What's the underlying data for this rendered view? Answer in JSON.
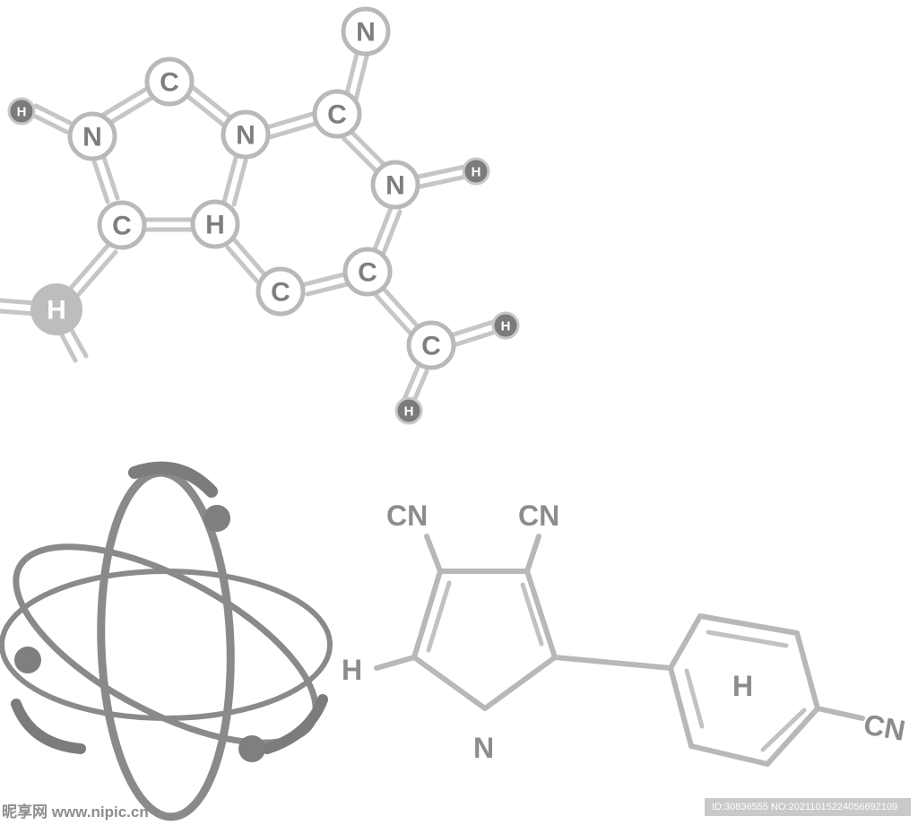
{
  "molecule_top": {
    "atoms": [
      {
        "id": "n_top",
        "label": "N"
      },
      {
        "id": "c_top",
        "label": "C"
      },
      {
        "id": "n_left",
        "label": "N"
      },
      {
        "id": "n_mid",
        "label": "N"
      },
      {
        "id": "c_upper_right",
        "label": "C"
      },
      {
        "id": "n_right",
        "label": "N"
      },
      {
        "id": "c_left",
        "label": "C"
      },
      {
        "id": "h_mid",
        "label": "H"
      },
      {
        "id": "c_right",
        "label": "C"
      },
      {
        "id": "c_bottom",
        "label": "C"
      },
      {
        "id": "c_tail",
        "label": "C"
      },
      {
        "id": "h_big",
        "label": "H"
      }
    ],
    "hydrogens": [
      "H",
      "H",
      "H",
      "H"
    ]
  },
  "molecule_bottom": {
    "labels": {
      "cn_left": "CN",
      "cn_right": "CN",
      "h_left": "H",
      "n_bottom": "N",
      "h_benzene": "H",
      "cn_benzene": "CN"
    }
  },
  "watermark": {
    "site": "昵享网 www.nipic.cn",
    "id_text": "ID:30836555 NO:20211015224056692109"
  }
}
